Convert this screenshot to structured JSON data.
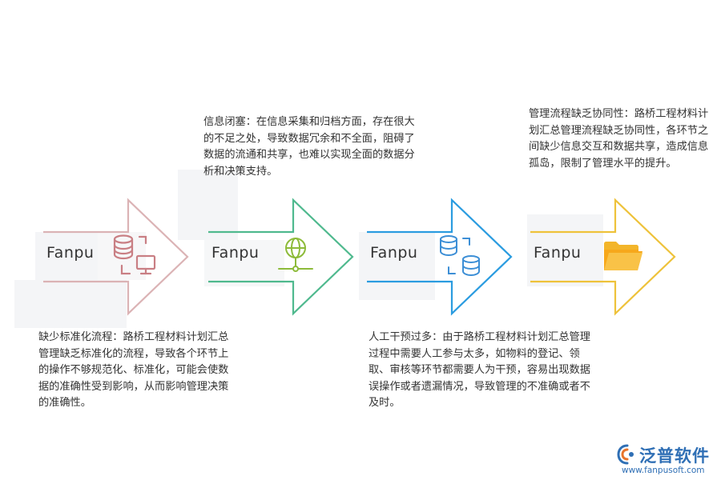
{
  "steps": [
    {
      "label": "Fanpu",
      "icon": "database-monitor-icon",
      "color": "#c97f84",
      "description": "缺少标准化流程：路桥工程材料计划汇总管理缺乏标准化的流程，导致各个环节上的操作不够规范化、标准化，可能会使数据的准确性受到影响，从而影响管理决策的准确性。"
    },
    {
      "label": "Fanpu",
      "icon": "globe-network-icon",
      "color": "#8dbb3a",
      "description": "信息闭塞：在信息采集和归档方面，存在很大的不足之处，导致数据冗余和不全面，阻碍了数据的流通和共享，也难以实现全面的数据分析和决策支持。"
    },
    {
      "label": "Fanpu",
      "icon": "database-sync-icon",
      "color": "#3d8fd6",
      "description": "人工干预过多：由于路桥工程材料计划汇总管理过程中需要人工参与太多，如物料的登记、领取、审核等环节都需要人为干预，容易出现数据误操作或者遗漏情况，导致管理的不准确或者不及时。"
    },
    {
      "label": "Fanpu",
      "icon": "folder-icon",
      "color": "#f0b21c",
      "description": "管理流程缺乏协同性：路桥工程材料计划汇总管理流程缺乏协同性，各环节之间缺少信息交互和数据共享，造成信息孤岛，限制了管理水平的提升。"
    }
  ],
  "colors": {
    "arrow1_stroke": "#dbb3b5",
    "arrow2_stroke": "#4fb98e",
    "arrow3_stroke": "#2b9ce0",
    "arrow4_stroke": "#eec23a"
  },
  "brand": {
    "name": "泛普软件",
    "url": "www.fanpusoft.com"
  }
}
